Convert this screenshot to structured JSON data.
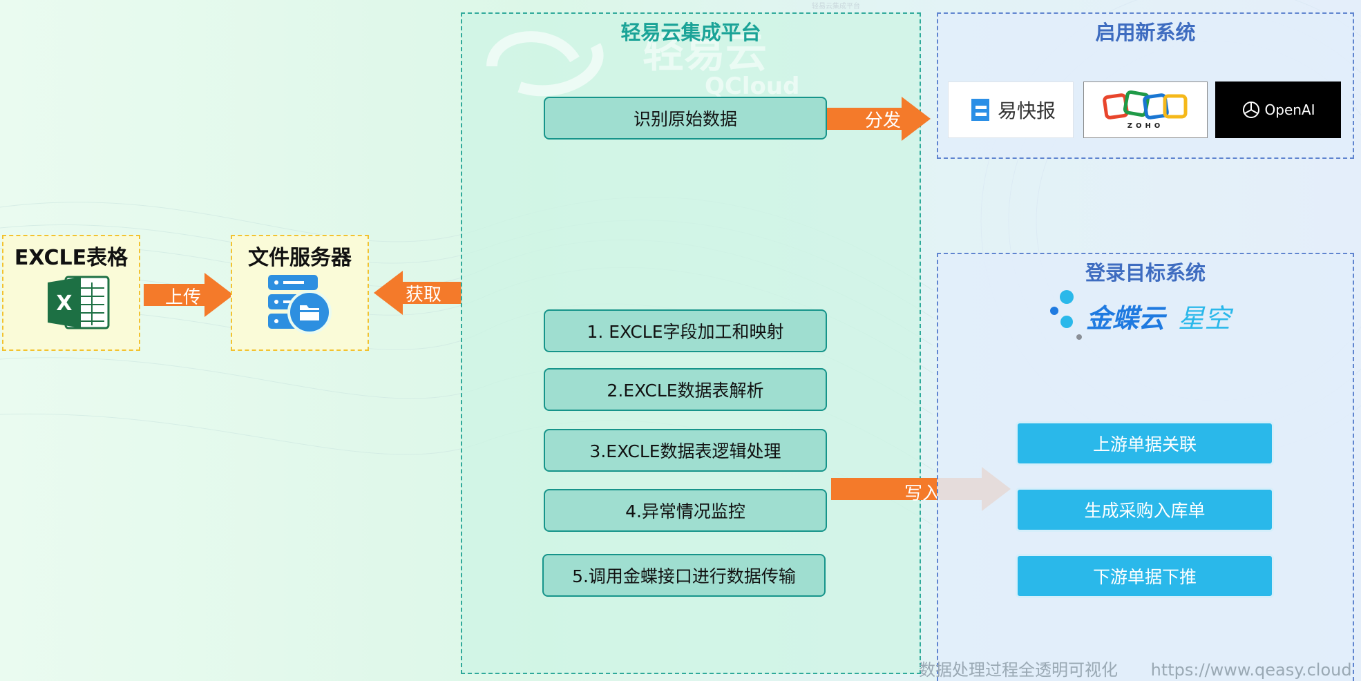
{
  "page": {
    "small_title": "轻易云集成平台"
  },
  "left": {
    "excel_title": "EXCLE表格",
    "server_title": "文件服务器",
    "upload_label": "上传",
    "fetch_label": "获取"
  },
  "platform": {
    "title": "轻易云集成平台",
    "watermark_cn": "轻易云",
    "watermark_en": "QCloud",
    "identify_step": "识别原始数据",
    "steps": [
      "1. EXCLE字段加工和映射",
      "2.EXCLE数据表解析",
      "3.EXCLE数据表逻辑处理",
      "4.异常情况监控",
      "5.调用金蝶接口进行数据传输"
    ],
    "distribute_label": "分发",
    "write_label": "写入"
  },
  "new_system": {
    "title": "启用新系统",
    "logos": [
      "易快报",
      "ZOHO",
      "OpenAI"
    ]
  },
  "target_system": {
    "title": "登录目标系统",
    "brand": "金蝶云",
    "brand_suffix": "星空",
    "actions": [
      "上游单据关联",
      "生成采购入库单",
      "下游单据下推"
    ]
  },
  "footer": {
    "caption": "数据处理过程全透明可视化",
    "url": "https://www.qeasy.cloud"
  },
  "colors": {
    "arrow": "#f47a2a",
    "teal": "#1aa397",
    "blue": "#3e6cc0",
    "button_blue": "#2ab8ea"
  }
}
